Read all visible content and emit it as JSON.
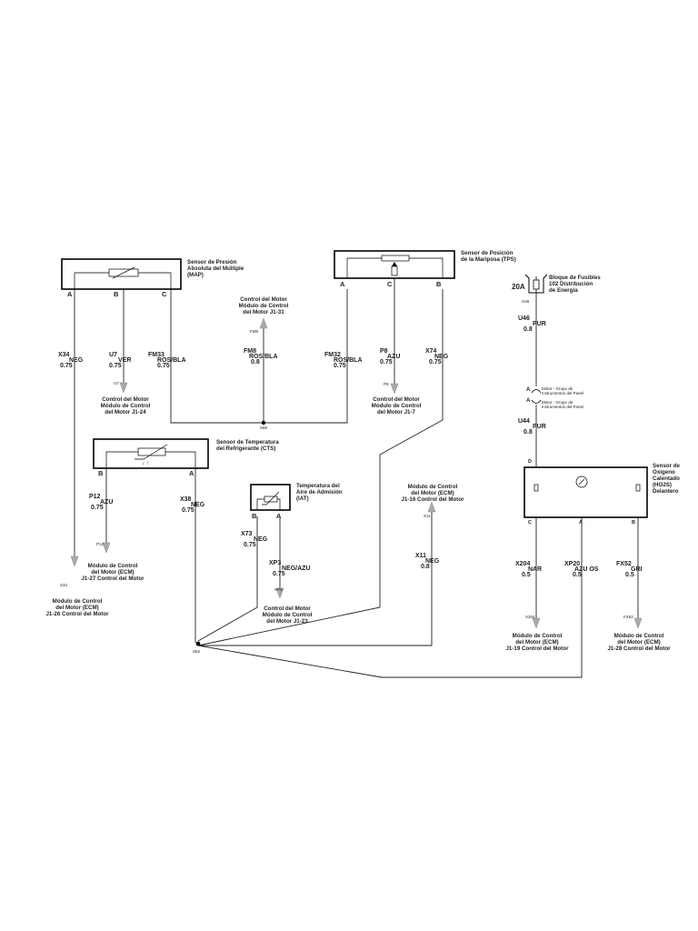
{
  "components": {
    "map": {
      "title": [
        "Sensor de Presión",
        "Absoluta del Múltiple",
        "(MAP)"
      ],
      "pins": [
        "A",
        "B",
        "C"
      ]
    },
    "tps": {
      "title": [
        "Sensor de Posición",
        "de la Mariposa (TPS)"
      ],
      "pins": [
        "A",
        "C",
        "B"
      ]
    },
    "cts": {
      "title": [
        "Sensor de Temperatura",
        "del Refrigerante (CTS)"
      ],
      "pins": [
        "B",
        "A"
      ]
    },
    "iat": {
      "title": [
        "Temperatura del",
        "Aire de Admisión",
        "(IAT)"
      ],
      "pins": [
        "B",
        "A"
      ]
    },
    "ho2s": {
      "title": [
        "Sensor de",
        "Oxígeno",
        "Calentado",
        "(HO2S)",
        "Delantero"
      ],
      "pins": [
        "D",
        "C",
        "A",
        "B"
      ]
    },
    "fuse": {
      "title": [
        "Bloque de Fusibles",
        "102 Distribución",
        "de Energía"
      ],
      "rating": "20A",
      "tag": "U46"
    }
  },
  "wires": {
    "x34": {
      "code": "X34",
      "color": "NEG",
      "gauge": "0.75",
      "tag": "X34"
    },
    "u7": {
      "code": "U7",
      "color": "VER",
      "gauge": "0.75",
      "tag": "U7"
    },
    "fm33": {
      "code": "FM33",
      "color": "ROS/BLA",
      "gauge": "0.75"
    },
    "fm8": {
      "code": "FM8",
      "color": "ROS/BLA",
      "gauge": "0.8",
      "tag": "FM8"
    },
    "fm32": {
      "code": "FM32",
      "color": "ROS/BLA",
      "gauge": "0.75"
    },
    "p8": {
      "code": "P8",
      "color": "AZU",
      "gauge": "0.75",
      "tag": "P8"
    },
    "x74": {
      "code": "X74",
      "color": "NEG",
      "gauge": "0.75"
    },
    "u46": {
      "code": "U46",
      "color": "PUR",
      "gauge": "0.8"
    },
    "u44": {
      "code": "U44",
      "color": "PUR",
      "gauge": "0.8"
    },
    "p12": {
      "code": "P12",
      "color": "AZU",
      "gauge": "0.75",
      "tag": "P12"
    },
    "x38": {
      "code": "X38",
      "color": "NEG",
      "gauge": "0.75"
    },
    "x73": {
      "code": "X73",
      "color": "NEG",
      "gauge": "0.75"
    },
    "xp3": {
      "code": "XP3",
      "color": "NEG/AZU",
      "gauge": "0.75",
      "tag": "XP3"
    },
    "x11": {
      "code": "X11",
      "color": "NEG",
      "gauge": "0.8",
      "tag": "X11"
    },
    "x204": {
      "code": "X204",
      "color": "NAR",
      "gauge": "0.5",
      "tag": "X204"
    },
    "xp20": {
      "code": "XP20",
      "color": "AZU OS",
      "gauge": "0.5"
    },
    "fx52": {
      "code": "FX52",
      "color": "GRI",
      "gauge": "0.5",
      "tag": "FX52"
    }
  },
  "splices": {
    "s65": "S65",
    "s62": "S62"
  },
  "connectors": {
    "panel1": "Motor - Grupo de Instrumentos del Panel",
    "panel2": "Motor - Grupo de Instrumentos del Panel",
    "pin_a1": "A",
    "pin_a2": "A"
  },
  "destinations": {
    "fm8": [
      "Control del Motor",
      "Módulo de Control",
      "del Motor J1-31"
    ],
    "u7": [
      "Control del Motor",
      "Módulo de Control",
      "del Motor J1-24"
    ],
    "p8": [
      "Control del Motor",
      "Módulo de Control",
      "del Motor J1-7"
    ],
    "x11": [
      "Módulo de Control",
      "del Motor (ECM)",
      "J1-16 Control del Motor"
    ],
    "p12": [
      "Módulo de Control",
      "del Motor (ECM)",
      "J1-27 Control del Motor"
    ],
    "x34": [
      "Módulo de Control",
      "del Motor (ECM)",
      "J1-26 Control del Motor"
    ],
    "xp3": [
      "Control del Motor",
      "Módulo de Control",
      "del Motor J1-23"
    ],
    "x204": [
      "Módulo de Control",
      "del Motor (ECM)",
      "J1-19 Control del Motor"
    ],
    "fx52": [
      "Módulo de Control",
      "del Motor (ECM)",
      "J1-28 Control del Motor"
    ]
  }
}
